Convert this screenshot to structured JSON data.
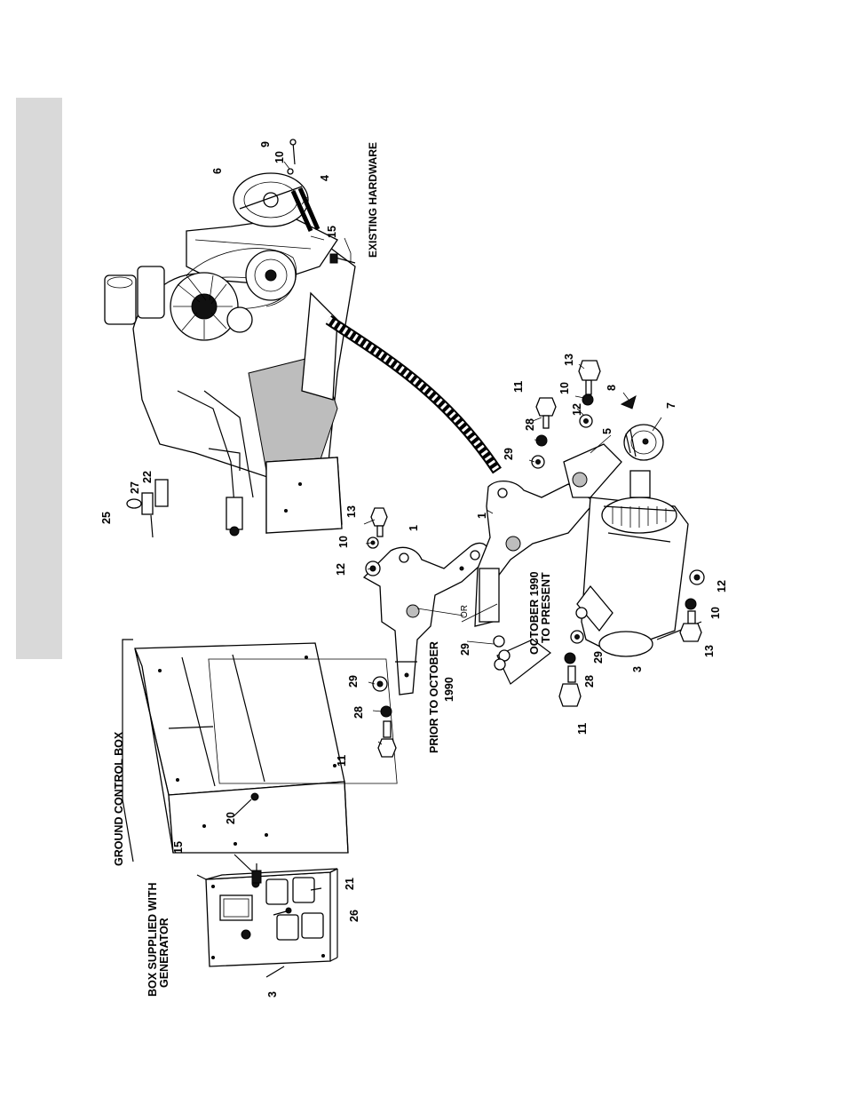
{
  "labels": {
    "box_supplied": [
      "BOX SUPPLIED WITH",
      "GENERATOR"
    ],
    "ground_control_box": "GROUND CONTROL BOX",
    "prior": [
      "PRIOR TO OCTOBER",
      "1990"
    ],
    "present": [
      "OCTOBER 1990",
      "TO PRESENT"
    ],
    "or": "OR",
    "existing_hardware": "EXISTING HARDWARE"
  },
  "callouts": {
    "c3a": "3",
    "c26": "26",
    "c21": "21",
    "c15a": "15",
    "c20": "20",
    "c11a": "11",
    "c28a": "28",
    "c29a": "29",
    "c12a": "12",
    "c10a": "10",
    "c13a": "13",
    "c1a": "1",
    "c29b": "29",
    "c1b": "1",
    "c11b": "11",
    "c28b": "28",
    "c29c": "29",
    "c3b": "3",
    "c13b": "13",
    "c10b": "10",
    "c12b": "12",
    "c11c": "11",
    "c28c": "28",
    "c29d": "29",
    "c12c": "12",
    "c5": "5",
    "c10c": "10",
    "c13c": "13",
    "c8": "8",
    "c7": "7",
    "c25": "25",
    "c27": "27",
    "c22": "22",
    "c9": "9",
    "c10d": "10",
    "c6": "6",
    "c4": "4",
    "c15b": "15"
  }
}
